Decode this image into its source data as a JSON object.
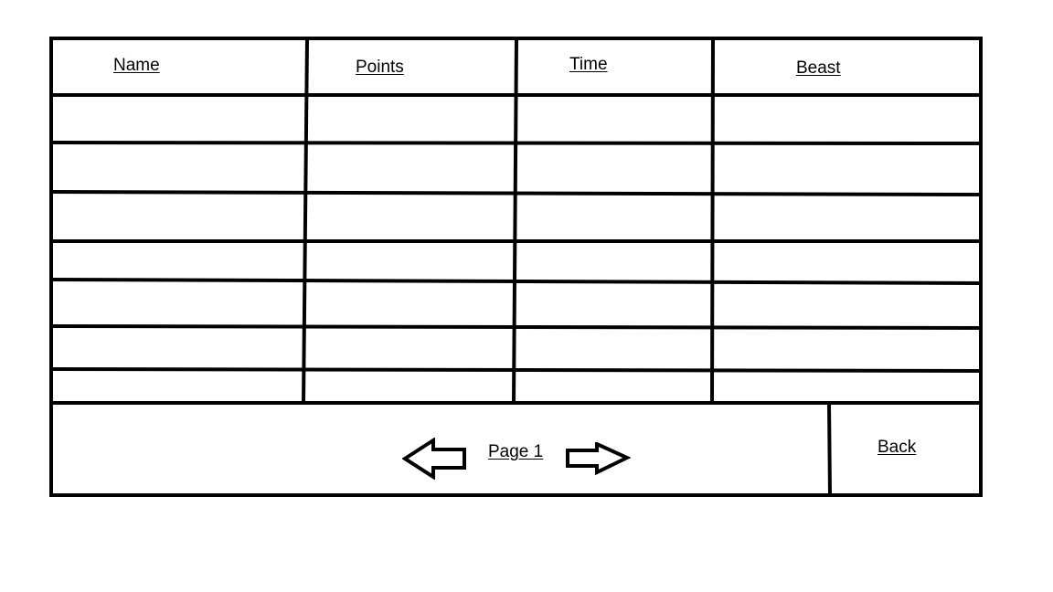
{
  "table": {
    "headers": [
      {
        "key": "name",
        "label": "Name"
      },
      {
        "key": "points",
        "label": "Points"
      },
      {
        "key": "time",
        "label": "Time"
      },
      {
        "key": "beast",
        "label": "Beast"
      }
    ],
    "rows": [
      [
        "",
        "",
        "",
        ""
      ],
      [
        "",
        "",
        "",
        ""
      ],
      [
        "",
        "",
        "",
        ""
      ],
      [
        "",
        "",
        "",
        ""
      ],
      [
        "",
        "",
        "",
        ""
      ],
      [
        "",
        "",
        "",
        ""
      ],
      [
        "",
        "",
        "",
        ""
      ]
    ]
  },
  "footer": {
    "page_label": "Page 1",
    "back_label": "Back",
    "prev_icon": "arrow-left-icon",
    "next_icon": "arrow-right-icon"
  },
  "colors": {
    "line": "#000000",
    "background": "#ffffff"
  }
}
